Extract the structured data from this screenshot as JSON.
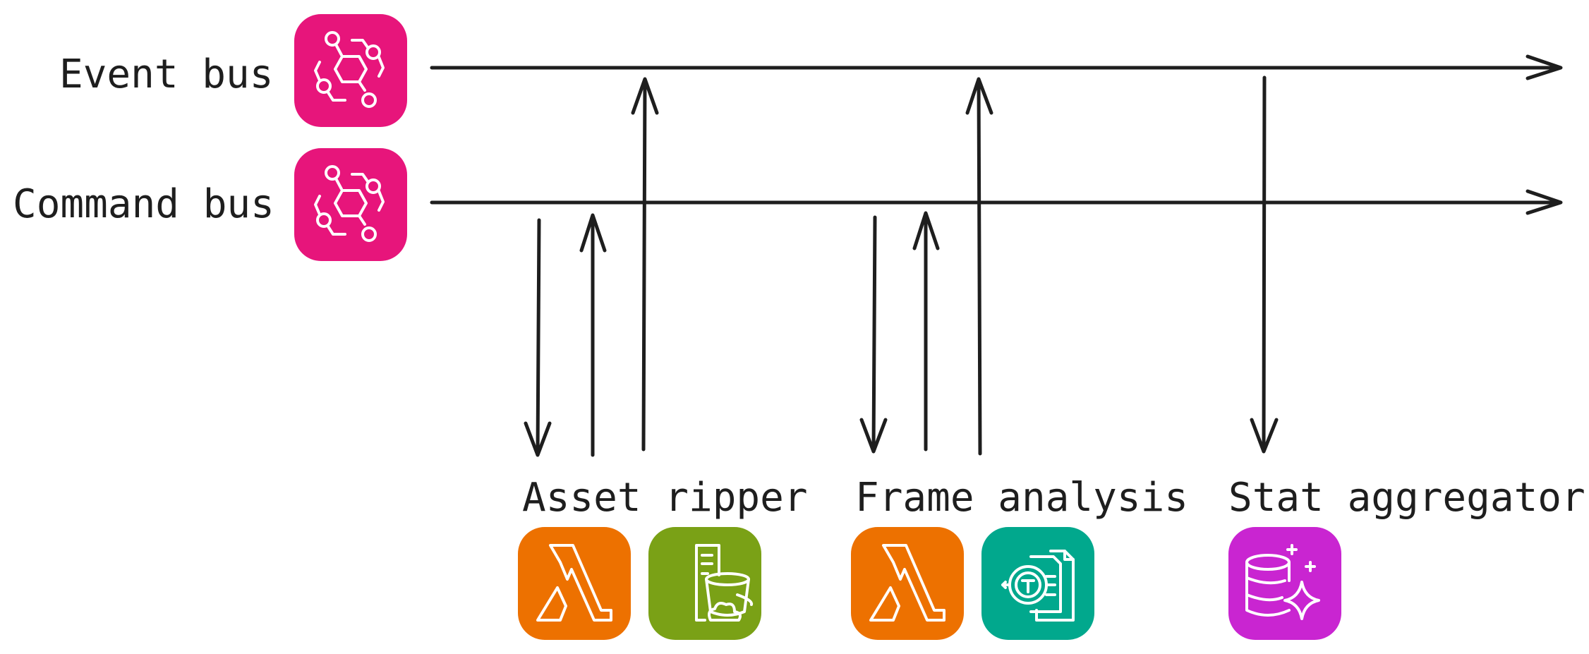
{
  "buses": [
    {
      "id": "event",
      "label": "Event bus",
      "icon": "eventbridge-icon",
      "color": "#E7157B"
    },
    {
      "id": "command",
      "label": "Command bus",
      "icon": "eventbridge-icon",
      "color": "#E7157B"
    }
  ],
  "services": [
    {
      "id": "asset-ripper",
      "label": "Asset ripper",
      "icons": [
        {
          "name": "lambda-icon",
          "color": "#ED7100"
        },
        {
          "name": "s3-bucket-icon",
          "color": "#7AA116"
        }
      ]
    },
    {
      "id": "frame-analysis",
      "label": "Frame analysis",
      "icons": [
        {
          "name": "lambda-icon",
          "color": "#ED7100"
        },
        {
          "name": "textract-icon",
          "color": "#01A88D"
        }
      ]
    },
    {
      "id": "stat-aggregator",
      "label": "Stat aggregator",
      "icons": [
        {
          "name": "database-sparkle-icon",
          "color": "#C925D1"
        }
      ]
    }
  ],
  "connections": [
    {
      "service": "asset-ripper",
      "bus": "command",
      "direction": "from-bus"
    },
    {
      "service": "asset-ripper",
      "bus": "command",
      "direction": "to-bus"
    },
    {
      "service": "asset-ripper",
      "bus": "event",
      "direction": "to-bus"
    },
    {
      "service": "frame-analysis",
      "bus": "command",
      "direction": "from-bus"
    },
    {
      "service": "frame-analysis",
      "bus": "command",
      "direction": "to-bus"
    },
    {
      "service": "frame-analysis",
      "bus": "event",
      "direction": "to-bus"
    },
    {
      "service": "stat-aggregator",
      "bus": "event",
      "direction": "from-bus"
    }
  ],
  "colors": {
    "stroke": "#1e1e1e",
    "icon_fg": "#ffffff"
  }
}
